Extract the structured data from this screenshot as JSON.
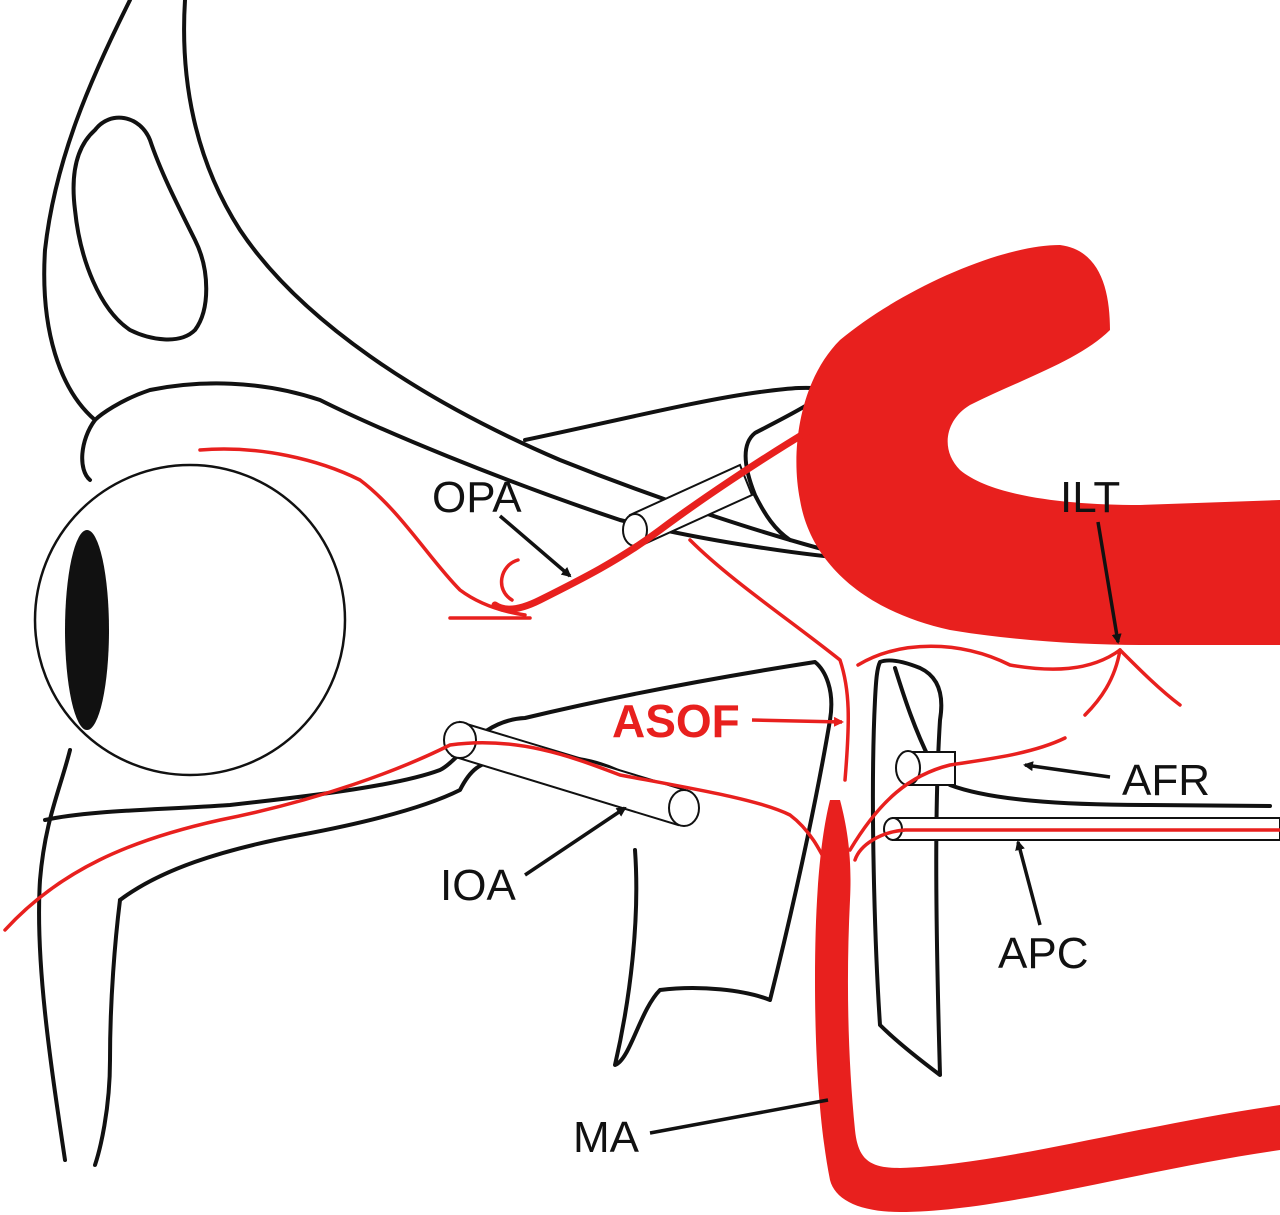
{
  "diagram": {
    "colors": {
      "artery": "#e8201e",
      "outline": "#111111",
      "background": "#ffffff"
    },
    "labels": {
      "opa": "OPA",
      "ilt": "ILT",
      "asof": "ASOF",
      "afr": "AFR",
      "ioa": "IOA",
      "apc": "APC",
      "ma": "MA"
    }
  }
}
